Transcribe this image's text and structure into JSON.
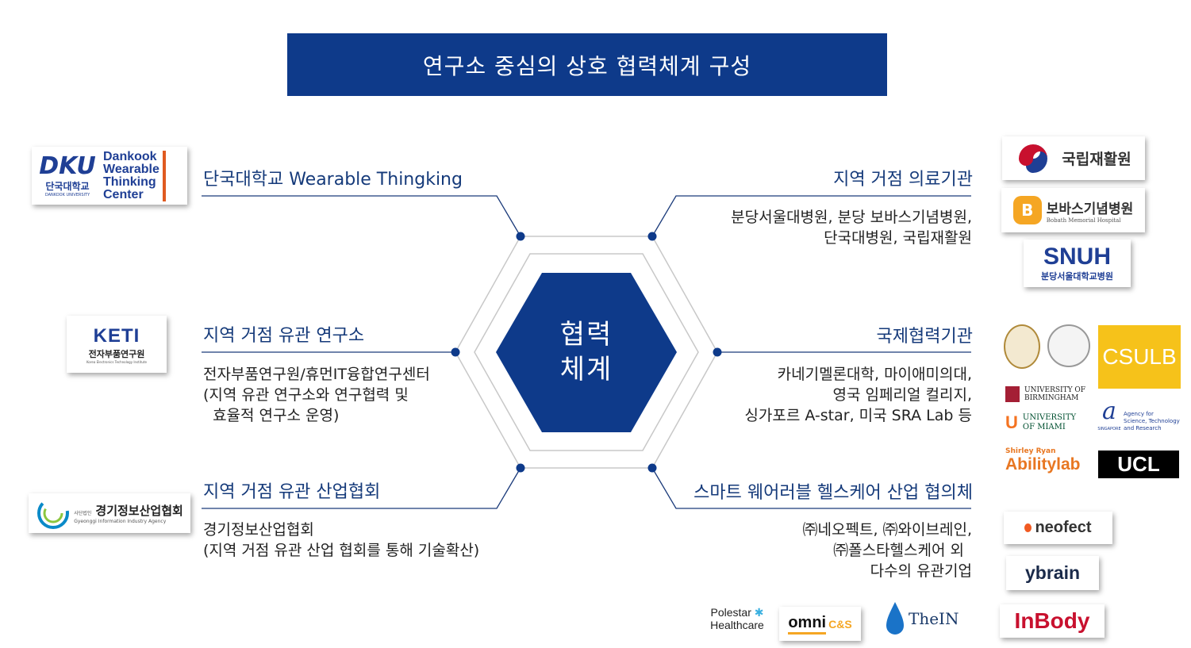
{
  "title": "연구소 중심의 상호 협력체계 구성",
  "center": {
    "line1": "협력",
    "line2": "체계"
  },
  "colors": {
    "primary": "#0e3a8a",
    "line": "#1a3a7a",
    "ring": "#c8c8c8"
  },
  "left": [
    {
      "heading": "단국대학교  Wearable Thingking",
      "body": []
    },
    {
      "heading": "지역 거점 유관 연구소",
      "body": [
        "전자부품연구원/휴먼IT융합연구센터",
        "(지역 유관 연구소와 연구협력 및",
        "  효율적 연구소 운영)"
      ]
    },
    {
      "heading": "지역 거점 유관 산업협회",
      "body": [
        "경기정보산업협회",
        "(지역 거점 유관 산업 협회를 통해 기술확산)"
      ]
    }
  ],
  "right": [
    {
      "heading": "지역 거점 의료기관",
      "body": [
        "분당서울대병원, 분당 보바스기념병원,",
        "단국대병원, 국립재활원"
      ]
    },
    {
      "heading": "국제협력기관",
      "body": [
        "카네기멜론대학, 마이애미의대,",
        "영국 임페리얼 컬리지,",
        "싱가포르 A-star, 미국 SRA Lab 등"
      ]
    },
    {
      "heading": "스마트 웨어러블 헬스케어 산업 협의체",
      "body": [
        "㈜네오펙트, ㈜와이브레인,",
        "㈜폴스타헬스케어 외",
        "다수의 유관기업"
      ]
    }
  ],
  "logos": {
    "dku": {
      "mark": "DKU",
      "name_lines": [
        "Dankook",
        "Wearable",
        "Thinking",
        "Center"
      ],
      "korean": "단국대학교",
      "english": "DANKOOK UNIVERSITY"
    },
    "keti": {
      "mark": "KETI",
      "korean": "전자부품연구원",
      "english": "Korea Electronics Technology Institute"
    },
    "gyeonggi": {
      "prefix": "사단법인",
      "korean": "경기정보산업협회",
      "english": "Gyeonggi Information Industry Agency"
    },
    "nrc": {
      "korean": "국립재활원"
    },
    "bobath": {
      "korean": "보바스기념병원",
      "english": "Bobath Memorial Hospital"
    },
    "snuh": {
      "mark": "SNUH",
      "korean": "분당서울대학교병원"
    },
    "csulb": {
      "mark": "CSULB"
    },
    "birmingham": {
      "line1": "UNIVERSITY OF",
      "line2": "BIRMINGHAM"
    },
    "miami": {
      "line1": "UNIVERSITY",
      "line2": "OF MIAMI"
    },
    "astar": {
      "line1": "Agency for",
      "line2": "Science, Technology",
      "line3": "and Research",
      "line4": "SINGAPORE"
    },
    "ability": {
      "line1": "Shirley Ryan",
      "line2": "Abilitylab"
    },
    "ucl": {
      "mark": "UCL"
    },
    "neofect": {
      "mark": "neofect"
    },
    "ybrain": {
      "mark": "ybrain"
    },
    "polestar": {
      "line1": "Polestar",
      "line2": "Healthcare"
    },
    "omni": {
      "mark": "omni",
      "suffix": "C&S"
    },
    "thein": {
      "mark": "TheIN"
    },
    "inbody": {
      "mark": "InBody"
    }
  }
}
